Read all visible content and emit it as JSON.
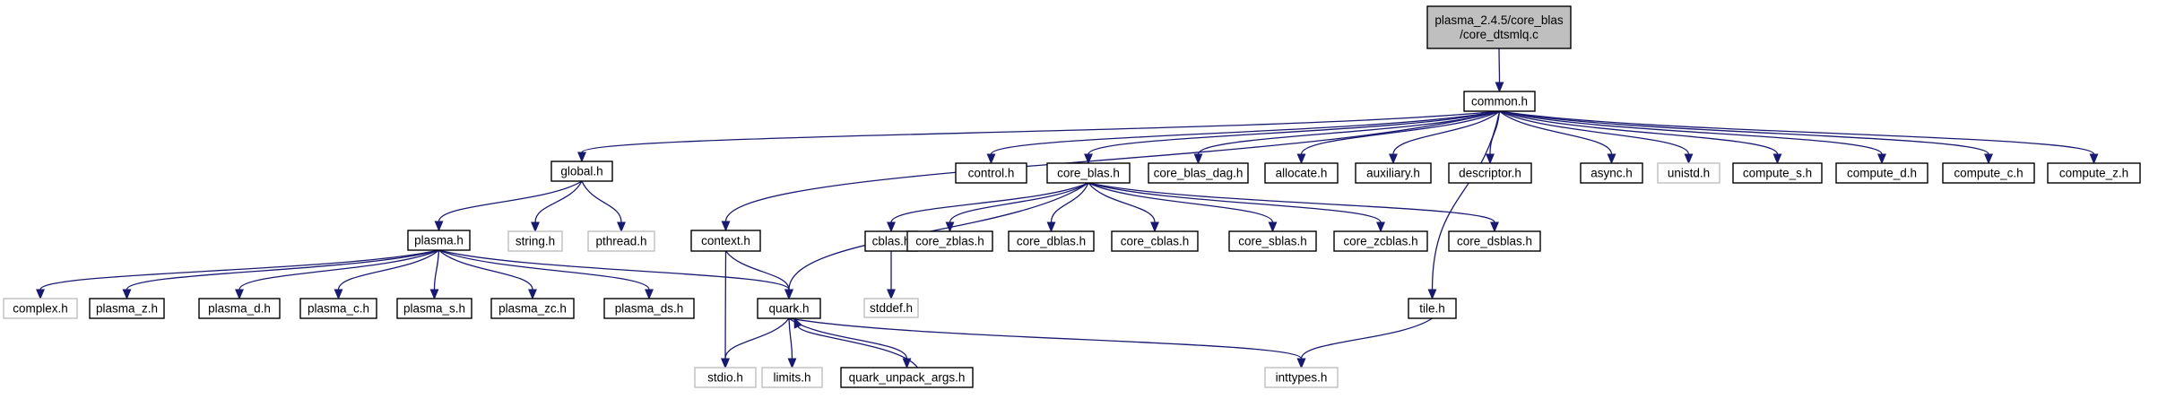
{
  "diagram": {
    "root": "plasma_2.4.5/core_blas/core_dtsmlq.c",
    "colors": {
      "edge": "#191970",
      "root_fill": "#bfbfbf",
      "documented_border": "#000000",
      "undocumented_border": "#bfbfbf",
      "undocumented_text": "#555555"
    },
    "nodes": [
      {
        "id": "root",
        "label": [
          "plasma_2.4.5/core_blas",
          "/core_dtsmlq.c"
        ],
        "style": "root"
      },
      {
        "id": "common",
        "label": [
          "common.h"
        ],
        "style": "doc"
      },
      {
        "id": "global",
        "label": [
          "global.h"
        ],
        "style": "doc"
      },
      {
        "id": "control",
        "label": [
          "control.h"
        ],
        "style": "doc"
      },
      {
        "id": "core_blas",
        "label": [
          "core_blas.h"
        ],
        "style": "doc"
      },
      {
        "id": "core_blas_dag",
        "label": [
          "core_blas_dag.h"
        ],
        "style": "doc"
      },
      {
        "id": "allocate",
        "label": [
          "allocate.h"
        ],
        "style": "doc"
      },
      {
        "id": "auxiliary",
        "label": [
          "auxiliary.h"
        ],
        "style": "doc"
      },
      {
        "id": "descriptor",
        "label": [
          "descriptor.h"
        ],
        "style": "doc"
      },
      {
        "id": "async",
        "label": [
          "async.h"
        ],
        "style": "doc"
      },
      {
        "id": "unistd",
        "label": [
          "unistd.h"
        ],
        "style": "undoc"
      },
      {
        "id": "compute_s",
        "label": [
          "compute_s.h"
        ],
        "style": "doc"
      },
      {
        "id": "compute_d",
        "label": [
          "compute_d.h"
        ],
        "style": "doc"
      },
      {
        "id": "compute_c",
        "label": [
          "compute_c.h"
        ],
        "style": "doc"
      },
      {
        "id": "compute_z",
        "label": [
          "compute_z.h"
        ],
        "style": "doc"
      },
      {
        "id": "plasma",
        "label": [
          "plasma.h"
        ],
        "style": "doc"
      },
      {
        "id": "string",
        "label": [
          "string.h"
        ],
        "style": "undoc"
      },
      {
        "id": "pthread",
        "label": [
          "pthread.h"
        ],
        "style": "undoc"
      },
      {
        "id": "context",
        "label": [
          "context.h"
        ],
        "style": "doc"
      },
      {
        "id": "cblas",
        "label": [
          "cblas.h"
        ],
        "style": "doc"
      },
      {
        "id": "core_zblas",
        "label": [
          "core_zblas.h"
        ],
        "style": "doc"
      },
      {
        "id": "core_dblas",
        "label": [
          "core_dblas.h"
        ],
        "style": "doc"
      },
      {
        "id": "core_cblas",
        "label": [
          "core_cblas.h"
        ],
        "style": "doc"
      },
      {
        "id": "core_sblas",
        "label": [
          "core_sblas.h"
        ],
        "style": "doc"
      },
      {
        "id": "core_zcblas",
        "label": [
          "core_zcblas.h"
        ],
        "style": "doc"
      },
      {
        "id": "core_dsblas",
        "label": [
          "core_dsblas.h"
        ],
        "style": "doc"
      },
      {
        "id": "stddef",
        "label": [
          "stddef.h"
        ],
        "style": "undoc"
      },
      {
        "id": "complex",
        "label": [
          "complex.h"
        ],
        "style": "undoc"
      },
      {
        "id": "plasma_z",
        "label": [
          "plasma_z.h"
        ],
        "style": "doc"
      },
      {
        "id": "plasma_d",
        "label": [
          "plasma_d.h"
        ],
        "style": "doc"
      },
      {
        "id": "plasma_c",
        "label": [
          "plasma_c.h"
        ],
        "style": "doc"
      },
      {
        "id": "plasma_s",
        "label": [
          "plasma_s.h"
        ],
        "style": "doc"
      },
      {
        "id": "plasma_zc",
        "label": [
          "plasma_zc.h"
        ],
        "style": "doc"
      },
      {
        "id": "plasma_ds",
        "label": [
          "plasma_ds.h"
        ],
        "style": "doc"
      },
      {
        "id": "quark",
        "label": [
          "quark.h"
        ],
        "style": "doc"
      },
      {
        "id": "tile",
        "label": [
          "tile.h"
        ],
        "style": "doc"
      },
      {
        "id": "stdio",
        "label": [
          "stdio.h"
        ],
        "style": "undoc"
      },
      {
        "id": "limits",
        "label": [
          "limits.h"
        ],
        "style": "undoc"
      },
      {
        "id": "quark_unpack_args",
        "label": [
          "quark_unpack_args.h"
        ],
        "style": "doc"
      },
      {
        "id": "inttypes",
        "label": [
          "inttypes.h"
        ],
        "style": "undoc"
      }
    ],
    "edges": [
      [
        "root",
        "common"
      ],
      [
        "common",
        "global"
      ],
      [
        "common",
        "control"
      ],
      [
        "common",
        "core_blas"
      ],
      [
        "common",
        "core_blas_dag"
      ],
      [
        "common",
        "allocate"
      ],
      [
        "common",
        "auxiliary"
      ],
      [
        "common",
        "descriptor"
      ],
      [
        "common",
        "async"
      ],
      [
        "common",
        "unistd"
      ],
      [
        "common",
        "compute_s"
      ],
      [
        "common",
        "compute_d"
      ],
      [
        "common",
        "compute_c"
      ],
      [
        "common",
        "compute_z"
      ],
      [
        "common",
        "context"
      ],
      [
        "common",
        "tile"
      ],
      [
        "global",
        "plasma"
      ],
      [
        "global",
        "string"
      ],
      [
        "global",
        "pthread"
      ],
      [
        "plasma",
        "complex"
      ],
      [
        "plasma",
        "plasma_z"
      ],
      [
        "plasma",
        "plasma_d"
      ],
      [
        "plasma",
        "plasma_c"
      ],
      [
        "plasma",
        "plasma_s"
      ],
      [
        "plasma",
        "plasma_zc"
      ],
      [
        "plasma",
        "plasma_ds"
      ],
      [
        "plasma",
        "quark"
      ],
      [
        "core_blas",
        "cblas"
      ],
      [
        "core_blas",
        "core_zblas"
      ],
      [
        "core_blas",
        "core_dblas"
      ],
      [
        "core_blas",
        "core_cblas"
      ],
      [
        "core_blas",
        "core_sblas"
      ],
      [
        "core_blas",
        "core_zcblas"
      ],
      [
        "core_blas",
        "core_dsblas"
      ],
      [
        "core_blas",
        "quark"
      ],
      [
        "cblas",
        "stddef"
      ],
      [
        "context",
        "quark"
      ],
      [
        "context",
        "stdio"
      ],
      [
        "quark",
        "stdio"
      ],
      [
        "quark",
        "limits"
      ],
      [
        "quark",
        "quark_unpack_args"
      ],
      [
        "quark",
        "inttypes"
      ],
      [
        "quark_unpack_args",
        "quark"
      ],
      [
        "tile",
        "inttypes"
      ]
    ]
  }
}
